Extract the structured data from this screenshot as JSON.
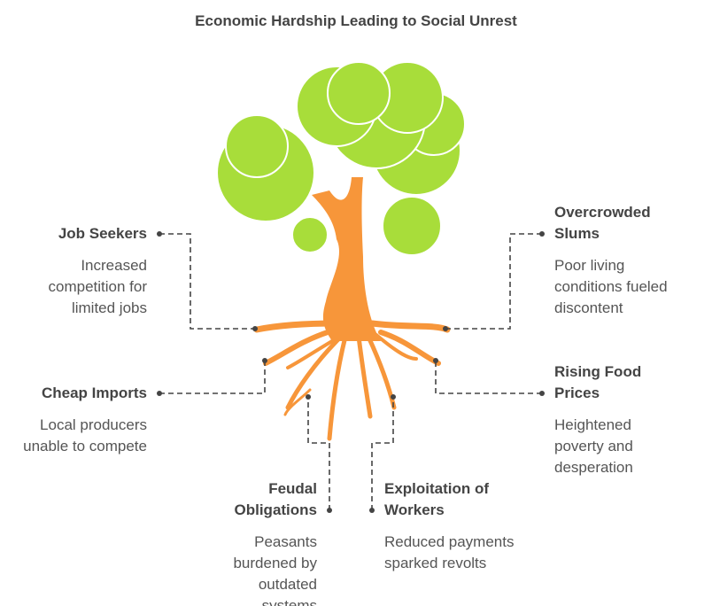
{
  "title": "Economic Hardship Leading to Social Unrest",
  "colors": {
    "foliage": "#a8dd3a",
    "trunk": "#f7963a",
    "connector": "#444444",
    "heading": "#444444",
    "body": "#555555"
  },
  "items": [
    {
      "heading": "Job Seekers",
      "text": "Increased competition for limited jobs"
    },
    {
      "heading": "Overcrowded Slums",
      "text": "Poor living conditions fueled discontent"
    },
    {
      "heading": "Cheap Imports",
      "text": "Local producers unable to compete"
    },
    {
      "heading": "Rising Food Prices",
      "text": "Heightened poverty and desperation"
    },
    {
      "heading": "Feudal Obligations",
      "text": "Peasants burdened by outdated systems"
    },
    {
      "heading": "Exploitation of Workers",
      "text": "Reduced payments sparked revolts"
    }
  ]
}
